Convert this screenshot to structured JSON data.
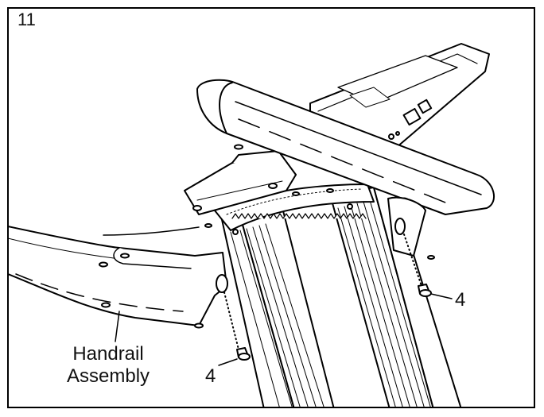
{
  "step": {
    "number": "11"
  },
  "callouts": {
    "left_screw": "4",
    "right_screw": "4"
  },
  "part_label": {
    "line1": "Handrail",
    "line2": "Assembly"
  },
  "colors": {
    "line": "#000000",
    "background": "#ffffff"
  }
}
